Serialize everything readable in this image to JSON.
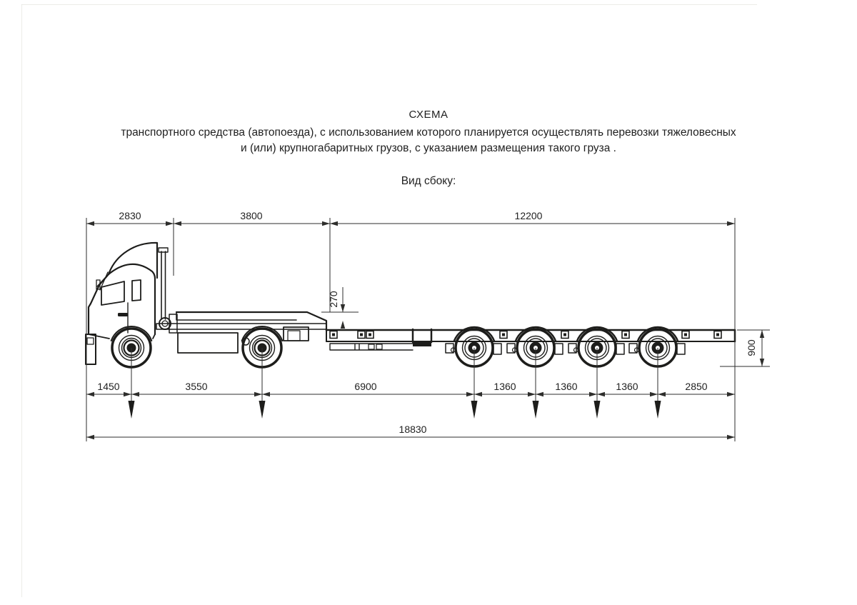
{
  "title_block": {
    "title": "СХЕМА",
    "line1": "транспортного средства (автопоезда), с использованием которого планируется осуществлять перевозки тяжеловесных",
    "line2": "и (или) крупногабаритных грузов, с указанием размещения такого груза .",
    "view_label": "Вид сбоку:"
  },
  "dims": {
    "top": [
      "2830",
      "3800",
      "12200"
    ],
    "step": "270",
    "height": "900",
    "bottom": [
      "1450",
      "3550",
      "6900",
      "1360",
      "1360",
      "1360",
      "2850"
    ],
    "total": "18830"
  },
  "vehicle": {
    "tractor_axle_count": 2,
    "trailer_axle_count": 4
  },
  "colors": {
    "drawing_line": "#1d1d1b",
    "dimension_line": "#2e2e2c",
    "background": "#ffffff"
  },
  "units": "mm"
}
